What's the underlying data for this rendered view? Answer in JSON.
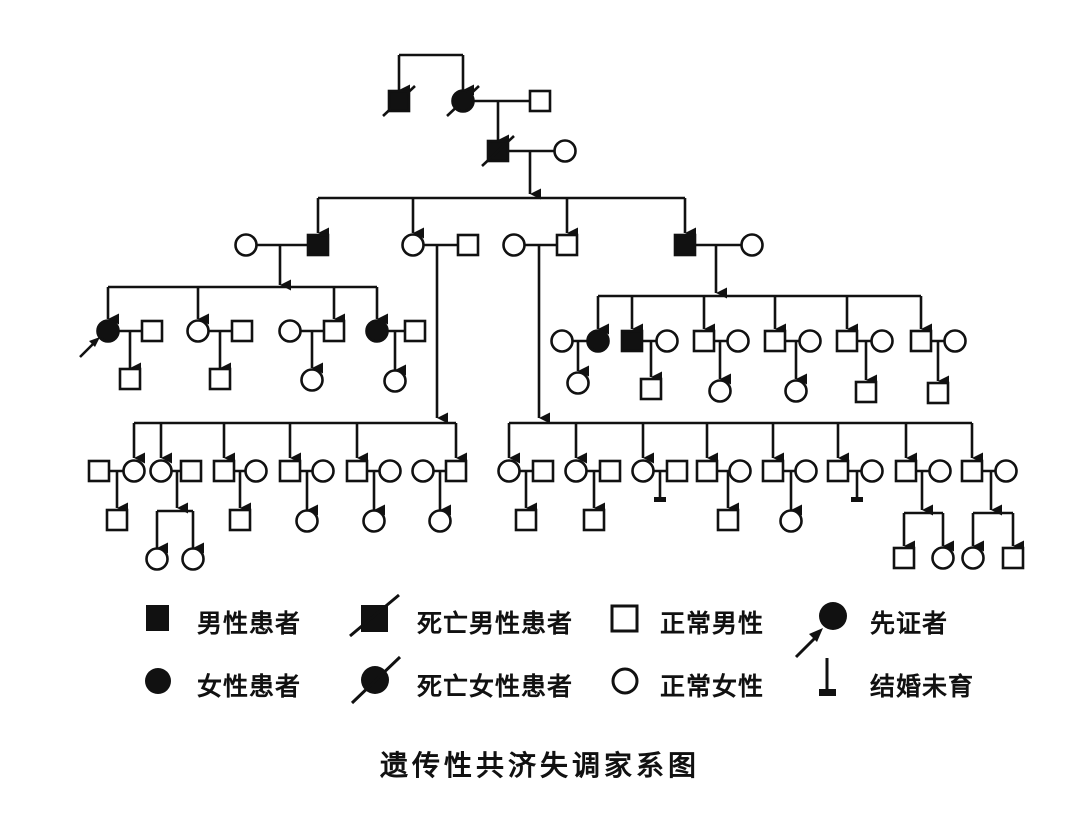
{
  "title": "遗传性共济失调家系图",
  "colors": {
    "ink": "#111111",
    "paper": "#ffffff"
  },
  "pedigree": {
    "generations": 5,
    "individuals": [
      {
        "id": "I1",
        "sex": "male",
        "affected": true,
        "deceased": true,
        "proband": false,
        "gen": 1
      },
      {
        "id": "I2",
        "sex": "female",
        "affected": true,
        "deceased": true,
        "proband": false,
        "gen": 1
      },
      {
        "id": "I3",
        "sex": "male",
        "affected": false,
        "deceased": false,
        "proband": false,
        "gen": 1,
        "role": "spouse of I2"
      },
      {
        "id": "II1",
        "sex": "male",
        "affected": true,
        "deceased": true,
        "proband": false,
        "gen": 2
      },
      {
        "id": "II2",
        "sex": "female",
        "affected": false,
        "deceased": false,
        "proband": false,
        "gen": 2,
        "role": "spouse of II1"
      },
      {
        "id": "III1w",
        "sex": "female",
        "affected": false,
        "gen": 3,
        "role": "spouse of III1"
      },
      {
        "id": "III1",
        "sex": "male",
        "affected": true,
        "gen": 3
      },
      {
        "id": "III2",
        "sex": "female",
        "affected": false,
        "gen": 3
      },
      {
        "id": "III2h",
        "sex": "male",
        "affected": false,
        "gen": 3,
        "role": "spouse of III2"
      },
      {
        "id": "III3w",
        "sex": "female",
        "affected": false,
        "gen": 3,
        "role": "spouse of III3"
      },
      {
        "id": "III3",
        "sex": "male",
        "affected": false,
        "gen": 3
      },
      {
        "id": "III4",
        "sex": "male",
        "affected": true,
        "gen": 3
      },
      {
        "id": "III4w",
        "sex": "female",
        "affected": false,
        "gen": 3,
        "role": "spouse of III4"
      }
    ],
    "summary": {
      "founders": "Affected deceased male (I) and affected deceased female (I) siblings; the female married an unaffected male",
      "generation_II": "Affected deceased male married an unaffected female",
      "generation_III": [
        "Affected male + normal wife",
        "Normal female + normal husband",
        "Normal male + normal wife",
        "Affected male + normal wife"
      ],
      "generation_IV_branch1": [
        "Affected female (proband) + normal husband → son",
        "Normal female + normal husband → son",
        "Normal male + normal wife → daughter",
        "Affected female + normal husband → daughter"
      ],
      "generation_IV_branch2": [
        "Normal male + normal female → son",
        "Normal female + normal male → 2 daughters",
        "Normal male + normal female → son",
        "Normal male + normal female → daughter",
        "Normal male + normal female → daughter",
        "Normal female + normal male → daughter"
      ],
      "generation_IV_branch3": [
        "Normal female + normal male → son",
        "Normal female + normal male → son",
        "Normal female + normal male → married, no children",
        "Normal male + normal female → son",
        "Normal male + normal female → daughter",
        "Normal male + normal female → married, no children",
        "Normal male + normal female → son, daughter",
        "Normal male + normal female → daughter, son"
      ],
      "generation_IV_branch4": [
        "Normal female + affected female → daughter",
        "Affected male + normal female → son",
        "Normal male + normal female → daughter",
        "Normal male + normal female → daughter",
        "Normal male + normal female → son",
        "Normal male + normal female → son"
      ]
    }
  },
  "legend": [
    {
      "symbol": "affected-male",
      "label": "男性患者"
    },
    {
      "symbol": "deceased-affected-male",
      "label": "死亡男性患者"
    },
    {
      "symbol": "normal-male",
      "label": "正常男性"
    },
    {
      "symbol": "proband",
      "label": "先证者"
    },
    {
      "symbol": "affected-female",
      "label": "女性患者"
    },
    {
      "symbol": "deceased-affected-female",
      "label": "死亡女性患者"
    },
    {
      "symbol": "normal-female",
      "label": "正常女性"
    },
    {
      "symbol": "married-no-children",
      "label": "结婚未育"
    }
  ]
}
